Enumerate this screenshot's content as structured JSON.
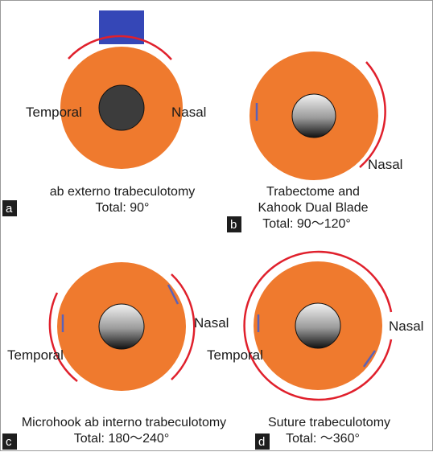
{
  "panels": [
    {
      "tag": "a",
      "side_labels": [
        "Temporal",
        "Nasal"
      ],
      "caption_lines": [
        "ab externo trabeculotomy",
        "Total: 90°"
      ]
    },
    {
      "tag": "b",
      "side_labels": [
        "Nasal"
      ],
      "caption_lines": [
        "Trabectome and",
        "Kahook Dual Blade",
        "Total: 90～120°"
      ]
    },
    {
      "tag": "c",
      "side_labels": [
        "Temporal",
        "Nasal"
      ],
      "caption_lines": [
        "Microhook ab interno trabeculotomy",
        "Total: 180～240°"
      ]
    },
    {
      "tag": "d",
      "side_labels": [
        "Temporal",
        "Nasal"
      ],
      "caption_lines": [
        "Suture  trabeculotomy",
        "Total: ～360°"
      ]
    }
  ],
  "colors": {
    "iris": "#ef7a2e",
    "arc": "#e0202c",
    "flap": "#3547b7",
    "incision": "#5a62b8",
    "pupil_dark": "#3c3c3c"
  }
}
